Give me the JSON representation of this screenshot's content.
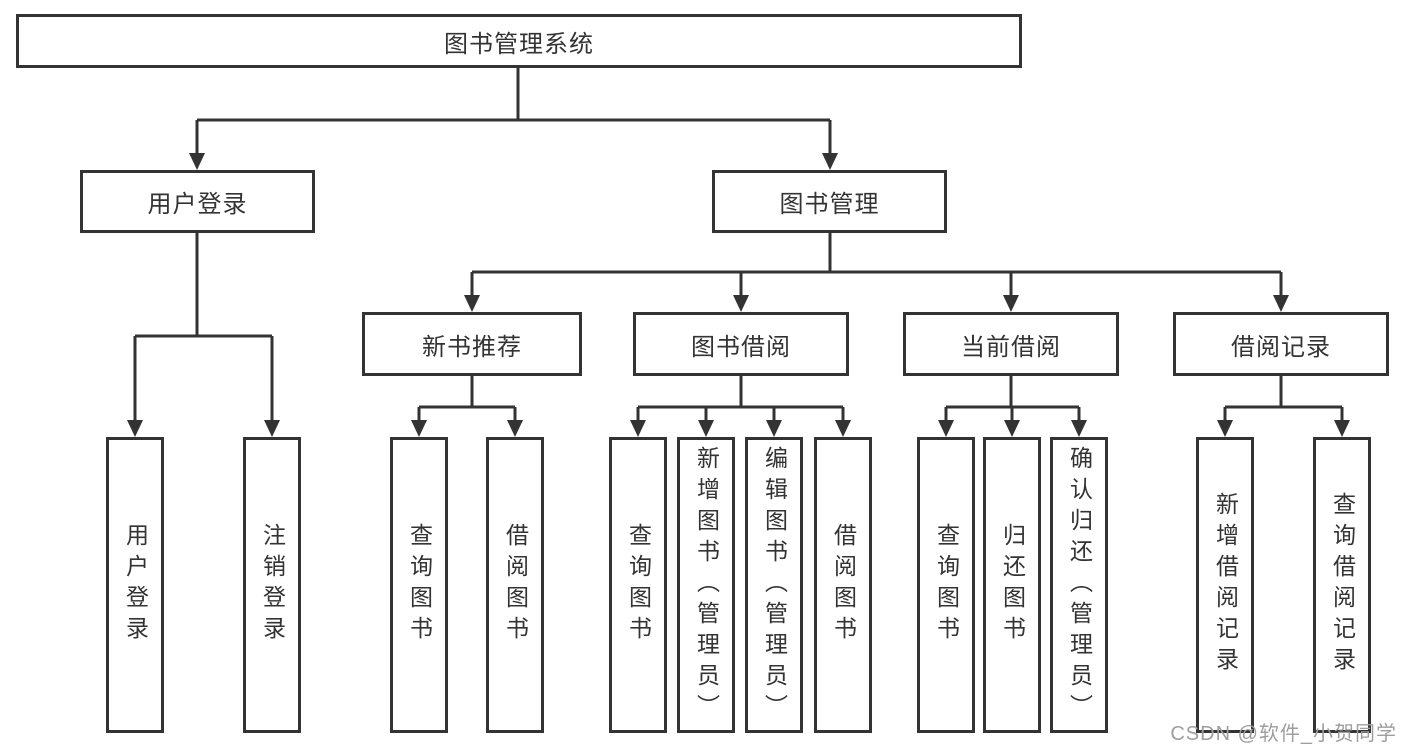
{
  "diagram": {
    "title": "图书管理系统",
    "root": {
      "label": "图书管理系统"
    },
    "level1": {
      "user_login": {
        "label": "用户登录"
      },
      "book_mgmt": {
        "label": "图书管理"
      }
    },
    "level2": {
      "new_books": {
        "label": "新书推荐"
      },
      "book_borrow": {
        "label": "图书借阅"
      },
      "current_borrow": {
        "label": "当前借阅"
      },
      "borrow_records": {
        "label": "借阅记录"
      }
    },
    "leaves": {
      "ul_login": {
        "label": "用户登录"
      },
      "ul_logout": {
        "label": "注销登录"
      },
      "nb_query": {
        "label": "查询图书"
      },
      "nb_borrow": {
        "label": "借阅图书"
      },
      "bb_query": {
        "label": "查询图书"
      },
      "bb_add": {
        "label": "新增图书（管理员）"
      },
      "bb_edit": {
        "label": "编辑图书（管理员）"
      },
      "bb_borrow": {
        "label": "借阅图书"
      },
      "cb_query": {
        "label": "查询图书"
      },
      "cb_return": {
        "label": "归还图书"
      },
      "cb_confirm": {
        "label": "确认归还（管理员）"
      },
      "br_add": {
        "label": "新增借阅记录"
      },
      "br_query": {
        "label": "查询借阅记录"
      }
    },
    "watermark": "CSDN @软件_小贺同学",
    "colors": {
      "line": "#333333",
      "text": "#333333",
      "box_fill": "#ffffff",
      "watermark": "#9e9e9e",
      "background": "#ffffff"
    }
  }
}
